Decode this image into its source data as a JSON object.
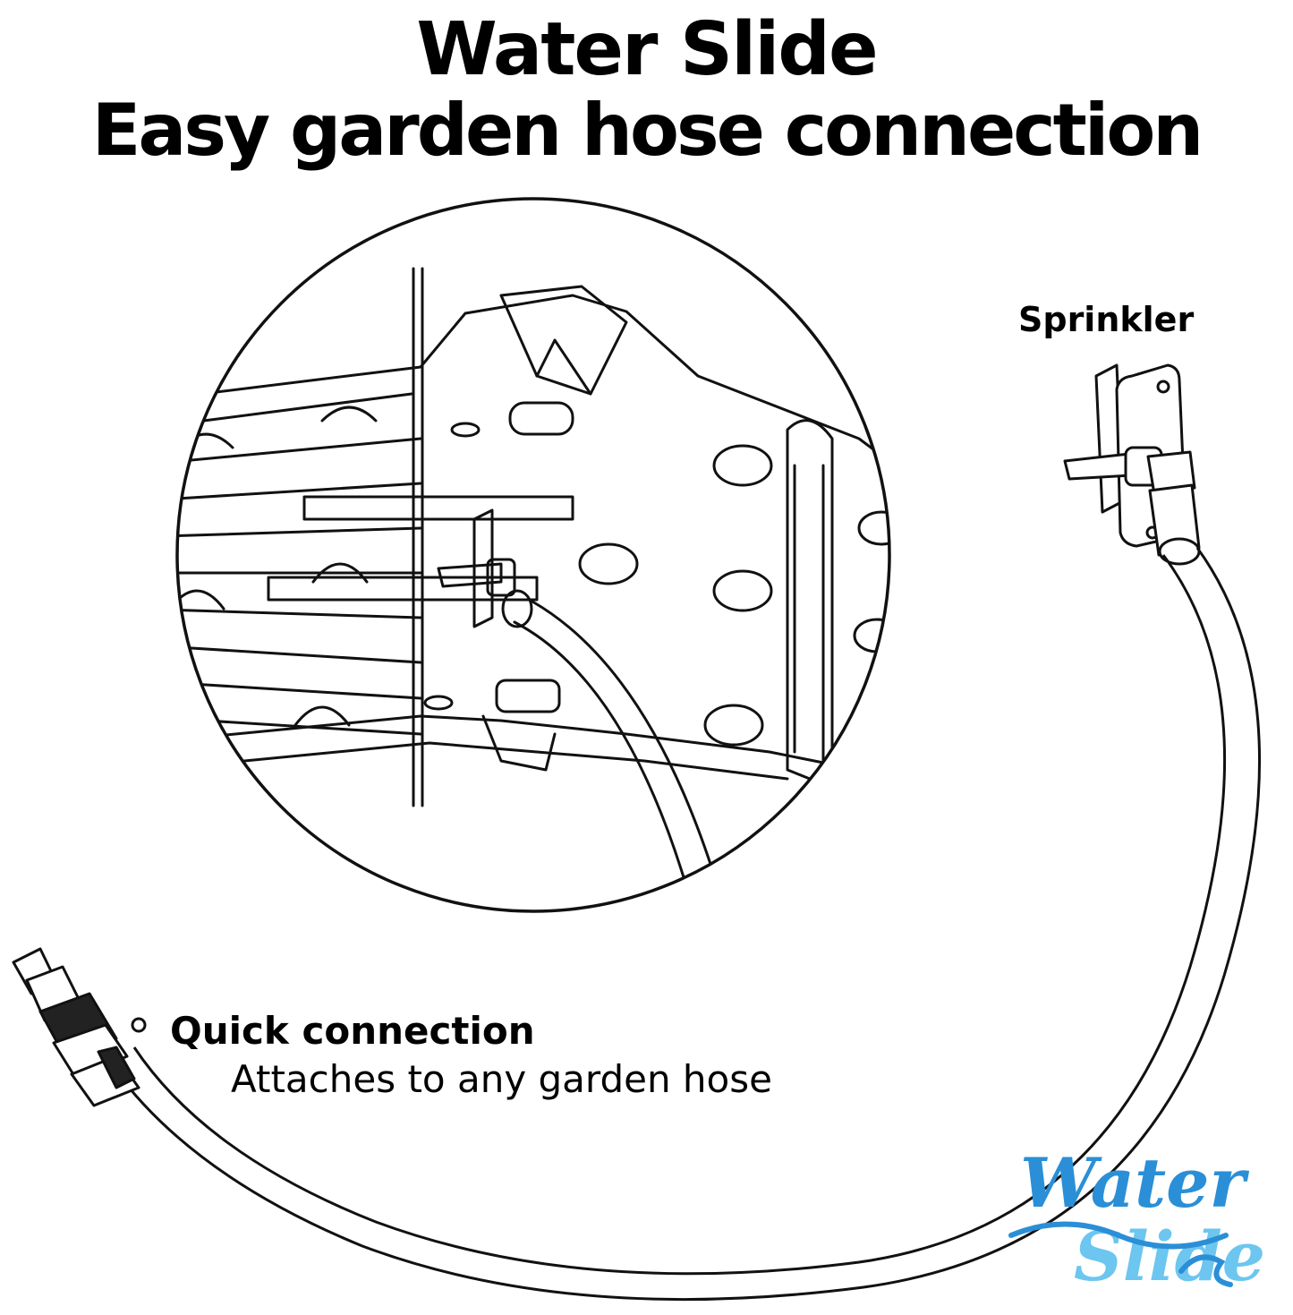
{
  "header": {
    "title_line1": "Water Slide",
    "title_line2": "Easy garden hose connection"
  },
  "labels": {
    "sprinkler": "Sprinkler",
    "quick_connection": "Quick connection",
    "attaches": "Attaches to any garden hose"
  },
  "logo": {
    "line1": "Water",
    "line2": "Slide",
    "color_dark": "#2a8fd6",
    "color_light": "#6cc6ef"
  },
  "colors": {
    "line": "#111111",
    "background": "#ffffff"
  }
}
